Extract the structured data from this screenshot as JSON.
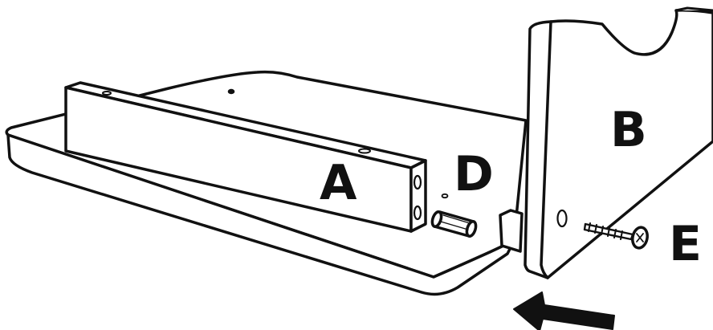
{
  "labels": {
    "part_a": "A",
    "part_b": "B",
    "part_d": "D",
    "part_e": "E"
  },
  "colors": {
    "stroke": "#111111",
    "fill": "#ffffff"
  },
  "icons": {
    "direction": "arrow-left-icon"
  }
}
